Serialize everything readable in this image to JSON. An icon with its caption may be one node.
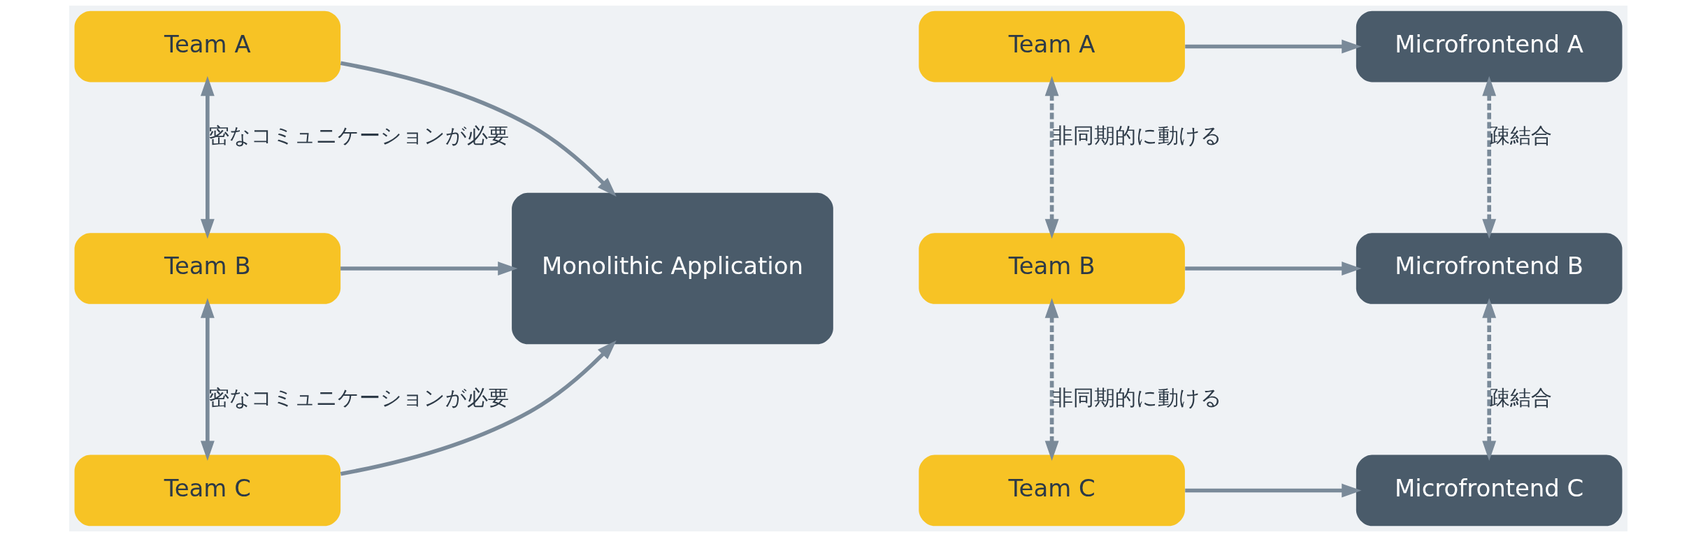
{
  "diagram": {
    "nodes": [
      {
        "text": [
          "Team A"
        ]
      },
      {
        "text": [
          "Team B"
        ]
      },
      {
        "text": [
          "Team C"
        ]
      },
      {
        "text": [
          "Monolithic Application"
        ]
      },
      {
        "text": [
          "Team A"
        ]
      },
      {
        "text": [
          "Team B"
        ]
      },
      {
        "text": [
          "Team C"
        ]
      },
      {
        "text": [
          "Microfrontend A"
        ]
      },
      {
        "text": [
          "Microfrontend B"
        ]
      },
      {
        "text": [
          "Microfrontend C"
        ]
      }
    ],
    "edges": [
      {
        "from": 0,
        "to": 3,
        "arrow": "to"
      },
      {
        "from": 1,
        "to": 3,
        "arrow": "to"
      },
      {
        "from": 2,
        "to": 3,
        "arrow": "to"
      },
      {
        "from": 0,
        "to": 1,
        "arrow": "both",
        "label": "密なコミュニケーションが必要"
      },
      {
        "from": 1,
        "to": 2,
        "arrow": "both",
        "label": "密なコミュニケーションが必要"
      },
      {
        "from": 4,
        "to": 7,
        "arrow": "to"
      },
      {
        "from": 5,
        "to": 8,
        "arrow": "to"
      },
      {
        "from": 6,
        "to": 9,
        "arrow": "to"
      },
      {
        "from": 4,
        "to": 5,
        "arrow": "both",
        "style": "dashed",
        "label": "非同期的に動ける"
      },
      {
        "from": 5,
        "to": 6,
        "arrow": "both",
        "style": "dashed",
        "label": "非同期的に動ける"
      },
      {
        "from": 7,
        "to": 8,
        "arrow": "both",
        "style": "dashed",
        "label": "疎結合"
      },
      {
        "from": 8,
        "to": 9,
        "arrow": "both",
        "style": "dashed",
        "label": "疎結合"
      }
    ]
  }
}
